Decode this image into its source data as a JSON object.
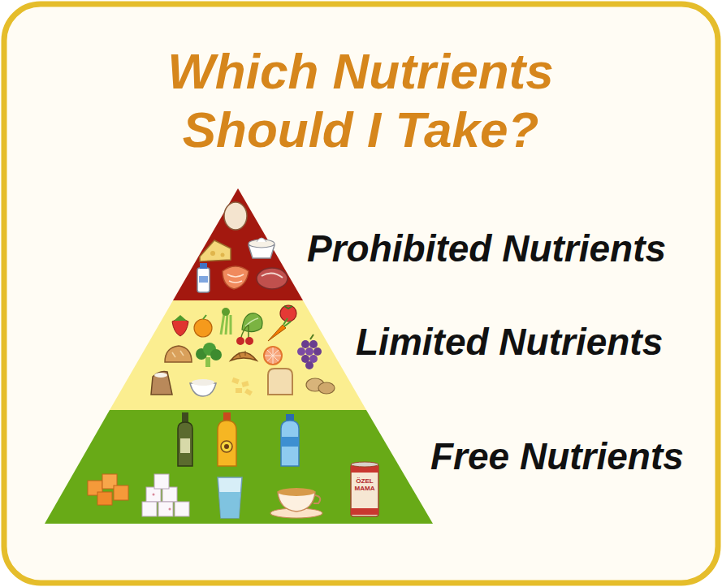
{
  "diagram": {
    "title": "Which Nutrients Should I Take?",
    "nodes": [
      {
        "text": [
          "Prohibited Nutrients"
        ]
      },
      {
        "text": [
          "Limited Nutrients"
        ]
      },
      {
        "text": [
          "Free Nutrients"
        ]
      }
    ],
    "labels": [
      "ÖZEL MAMA"
    ]
  }
}
